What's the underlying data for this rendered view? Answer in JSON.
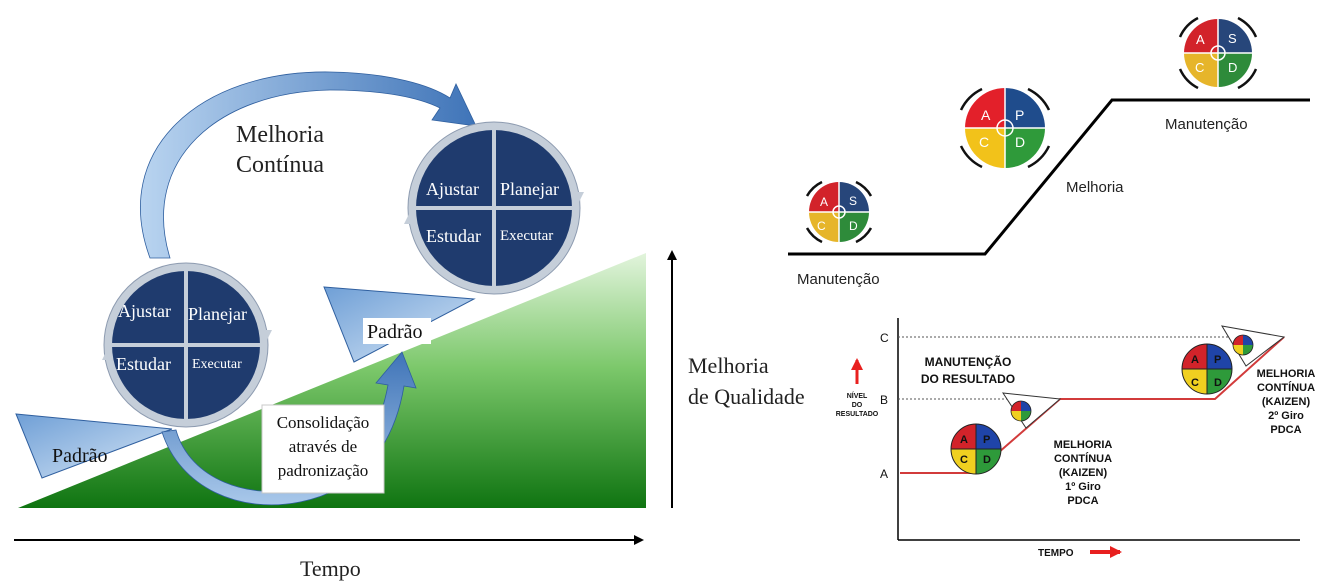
{
  "colors": {
    "circle_navy": "#1f3b6e",
    "circle_ring": "#a9b5c6",
    "arrow_blue": "#3f74b8",
    "wedge_green_top": "#d7efd0",
    "wedge_green_bottom": "#127a14",
    "pdca_red": "#d2232a",
    "pdca_blue": "#27467a",
    "pdca_yellow": "#e6b52a",
    "pdca_green": "#2e8b3a",
    "graph_line": "#d23b3b",
    "tempo_arrow": "#e8201f"
  },
  "left": {
    "improvement_label_1": "Melhoria",
    "improvement_label_2": "Contínua",
    "cycle_small": {
      "q1": "Ajustar",
      "q2": "Planejar",
      "q3": "Estudar",
      "q4": "Executar"
    },
    "cycle_large": {
      "q1": "Ajustar",
      "q2": "Planejar",
      "q3": "Estudar",
      "q4": "Executar"
    },
    "standard_low": "Padrão",
    "standard_high": "Padrão",
    "consolidation_1": "Consolidação",
    "consolidation_2": "através de",
    "consolidation_3": "padronização",
    "y_axis_label_1": "Melhoria",
    "y_axis_label_2": "de Qualidade",
    "x_axis_label": "Tempo"
  },
  "right_top": {
    "maintenance_low": "Manutenção",
    "improvement": "Melhoria",
    "maintenance_high": "Manutenção",
    "pdca_letters": {
      "a": "A",
      "p": "P",
      "s": "S",
      "c": "C",
      "d": "D"
    }
  },
  "right_bottom": {
    "levels": [
      "C",
      "B",
      "A"
    ],
    "y_axis_label_1": "NÍVEL",
    "y_axis_label_2": "DO",
    "y_axis_label_3": "RESULTADO",
    "x_axis_label": "TEMPO",
    "maintenance_1": "MANUTENÇÃO",
    "maintenance_2": "DO RESULTADO",
    "kaizen1": [
      "MELHORIA",
      "CONTÍNUA",
      "(KAIZEN)",
      "1º Giro",
      "PDCA"
    ],
    "kaizen2": [
      "MELHORIA",
      "CONTÍNUA",
      "(KAIZEN)",
      "2º Giro",
      "PDCA"
    ],
    "pdca_letters": {
      "a": "A",
      "p": "P",
      "c": "C",
      "d": "D"
    }
  }
}
